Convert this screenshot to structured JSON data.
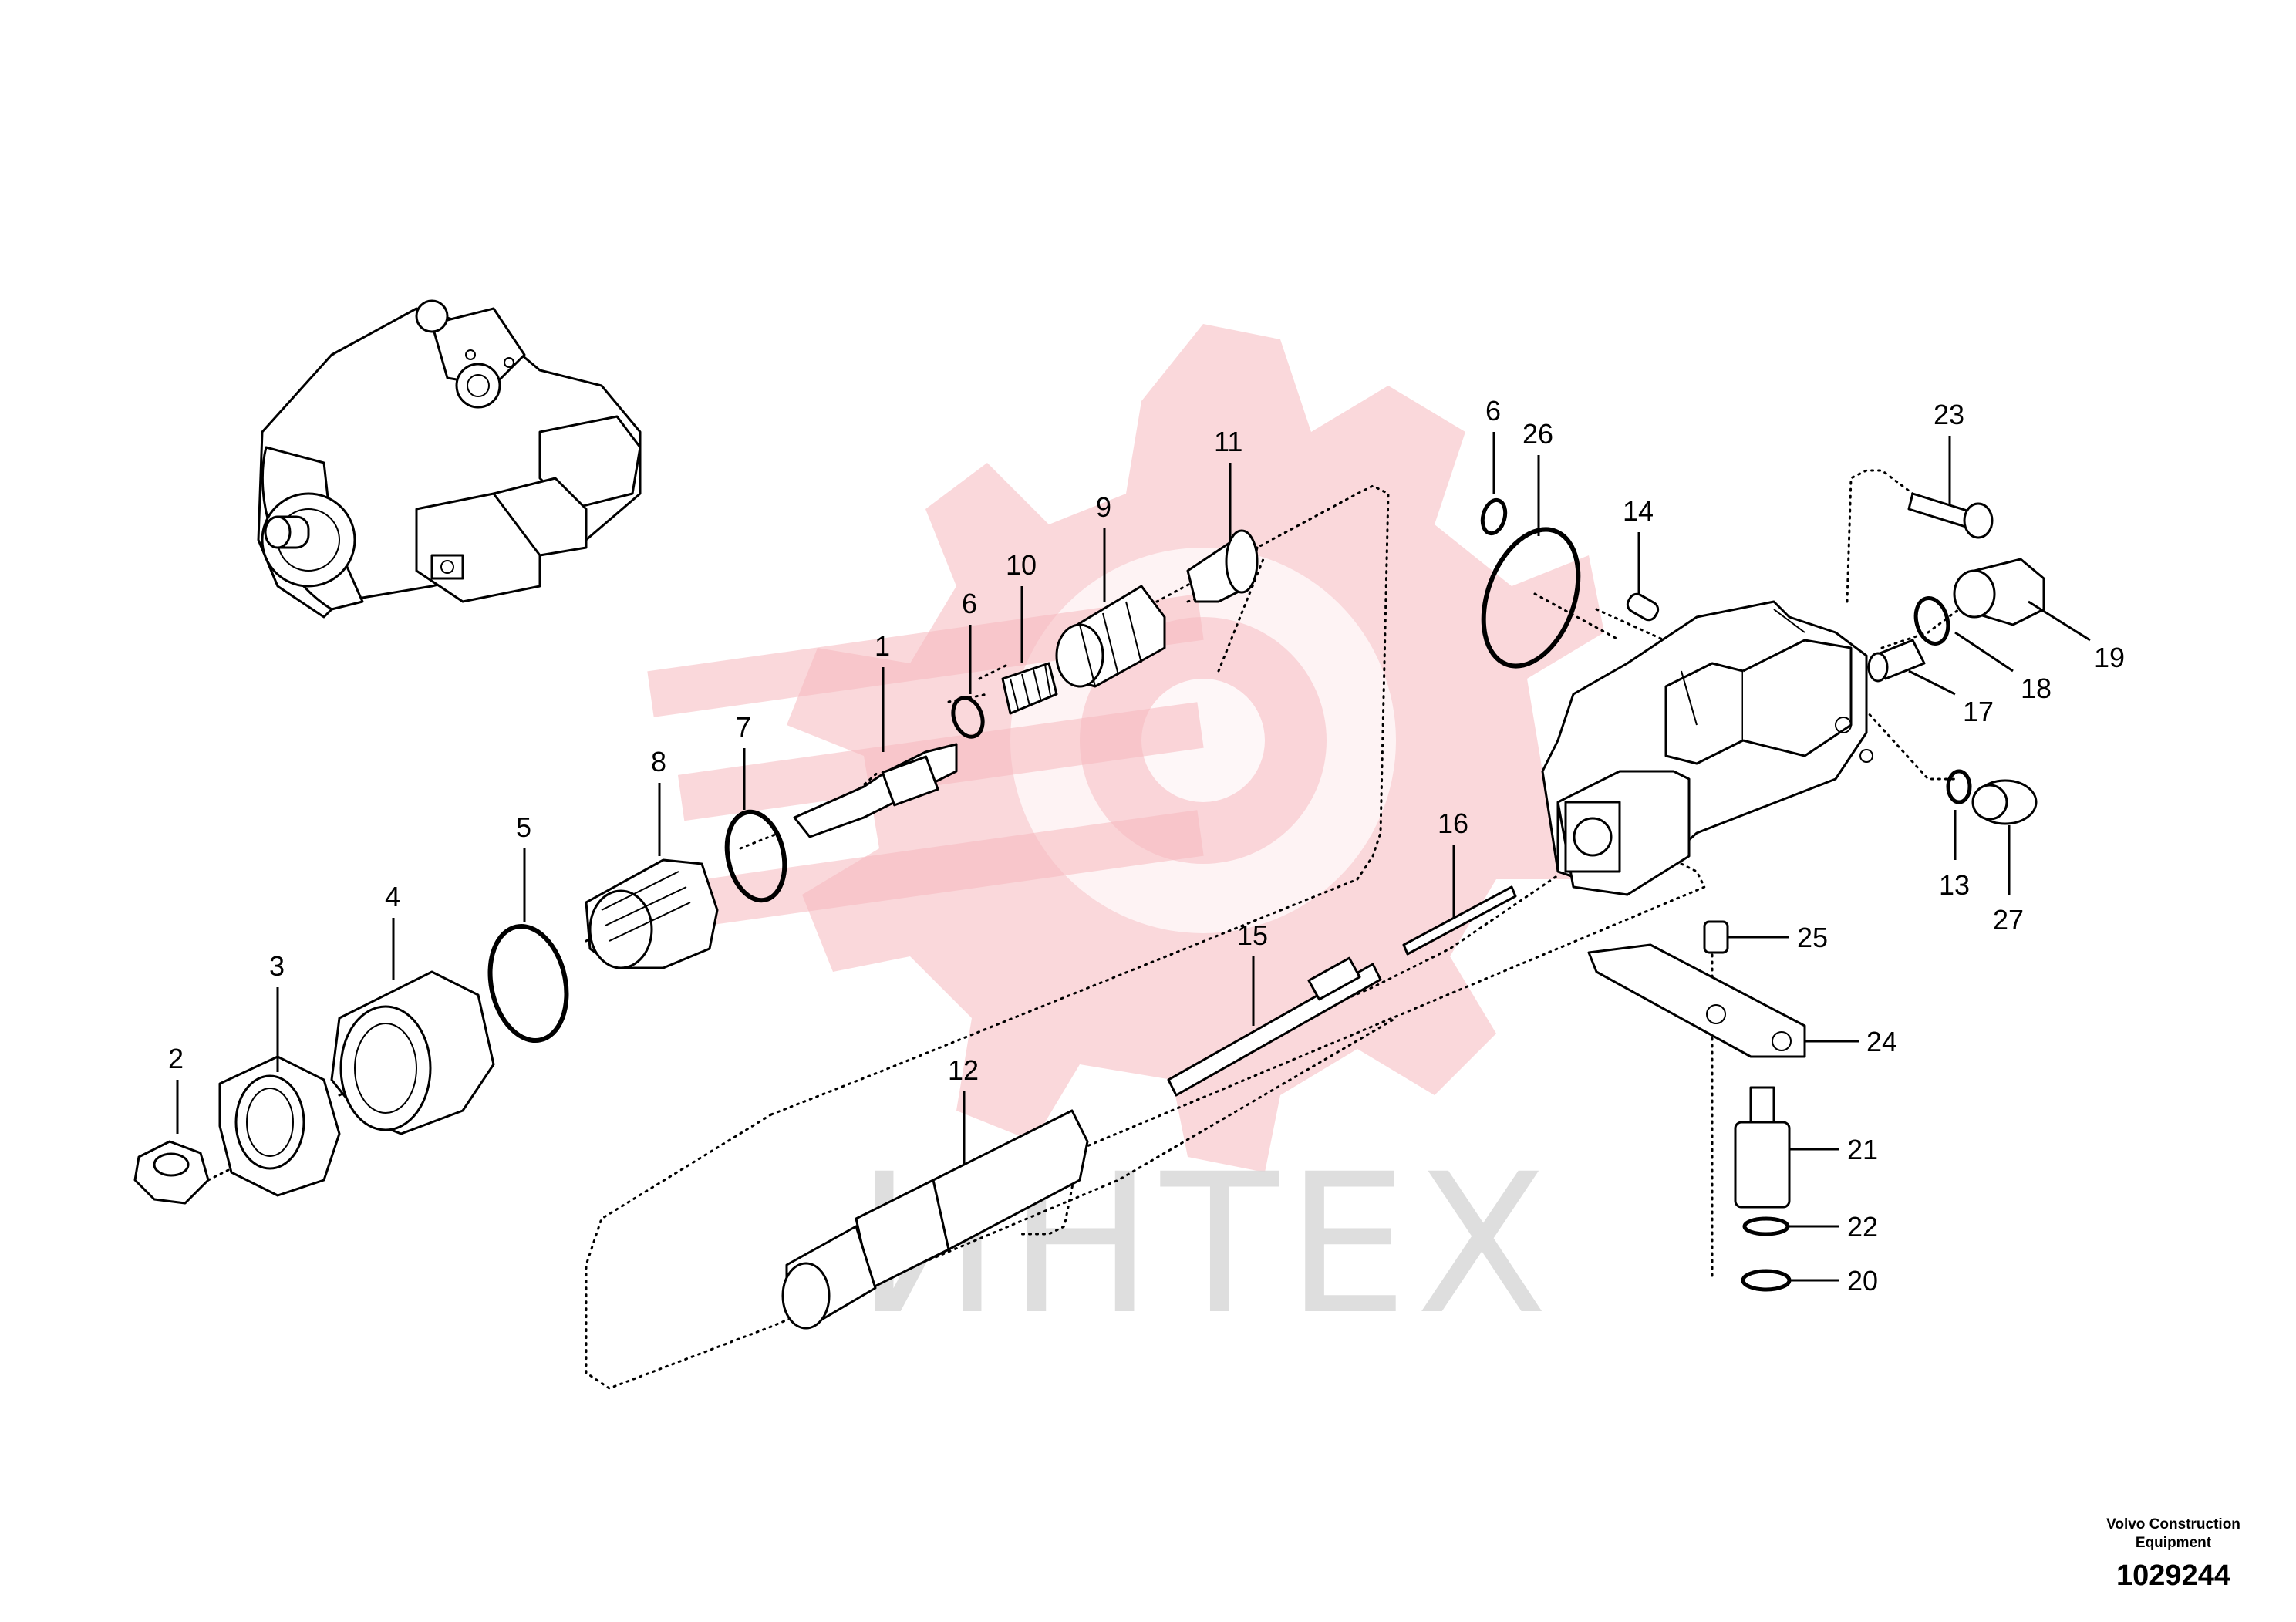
{
  "watermark": {
    "text": "ИНТЕХ",
    "color": "#e8545e"
  },
  "footer": {
    "brand_line1": "Volvo Construction",
    "brand_line2": "Equipment",
    "drawing_number": "1029244"
  },
  "callouts": {
    "c1": "1",
    "c2": "2",
    "c3": "3",
    "c4": "4",
    "c5": "5",
    "c6a": "6",
    "c6b": "6",
    "c7": "7",
    "c8": "8",
    "c9": "9",
    "c10": "10",
    "c11": "11",
    "c12": "12",
    "c13": "13",
    "c14": "14",
    "c15": "15",
    "c16": "16",
    "c17": "17",
    "c18": "18",
    "c19": "19",
    "c20": "20",
    "c21": "21",
    "c22": "22",
    "c23": "23",
    "c24": "24",
    "c25": "25",
    "c26": "26",
    "c27": "27"
  }
}
